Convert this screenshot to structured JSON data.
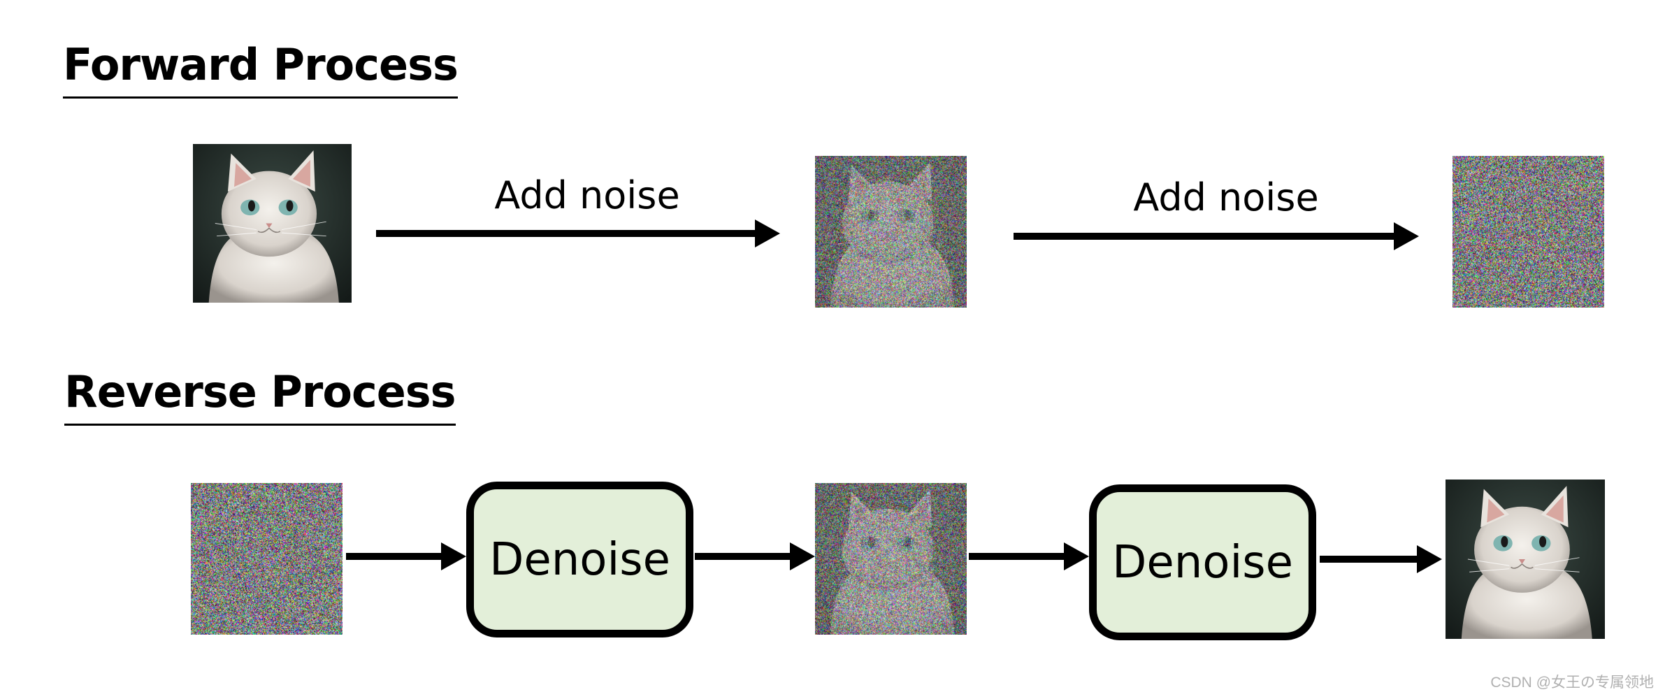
{
  "forward": {
    "title": "Forward Process",
    "step1_label": "Add noise",
    "step2_label": "Add noise"
  },
  "reverse": {
    "title": "Reverse Process",
    "step1_label": "Denoise",
    "step2_label": "Denoise"
  },
  "images": {
    "clean": "white fluffy cat portrait",
    "partially_noisy": "cat image with gaussian noise",
    "pure_noise": "random color noise"
  },
  "colors": {
    "denoise_fill": "#e3efd9",
    "arrow": "#000000",
    "background": "#ffffff"
  },
  "watermark": "CSDN @女王の专属领地"
}
